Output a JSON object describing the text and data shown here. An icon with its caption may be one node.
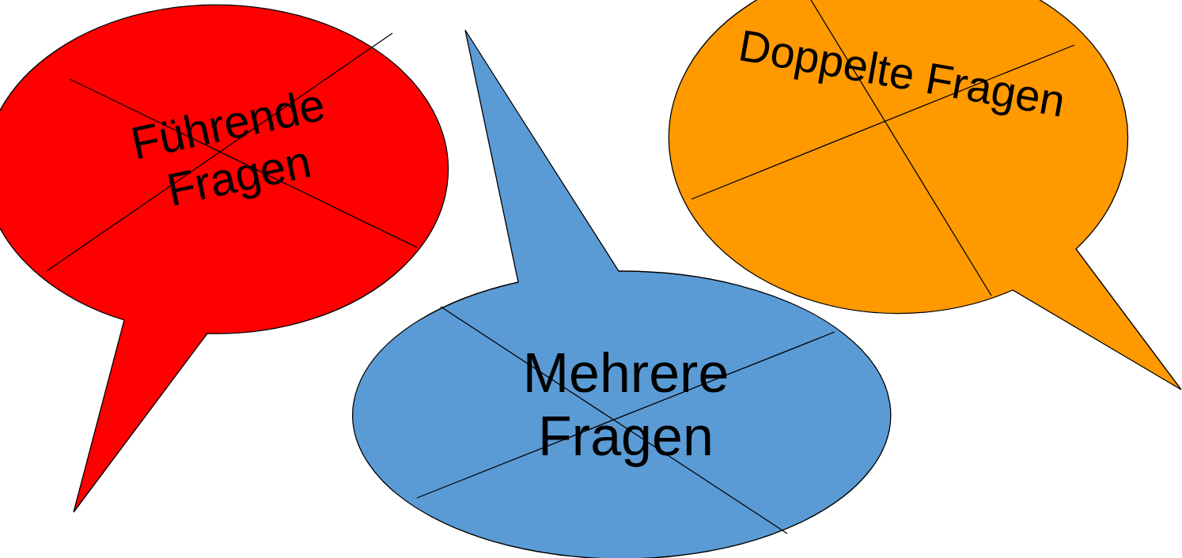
{
  "diagram": {
    "nodes": [
      {
        "text": [
          "Führende Fragen"
        ]
      },
      {
        "text": [
          "Mehrere Fragen"
        ]
      },
      {
        "text": [
          "Doppelte Fragen"
        ]
      }
    ]
  }
}
